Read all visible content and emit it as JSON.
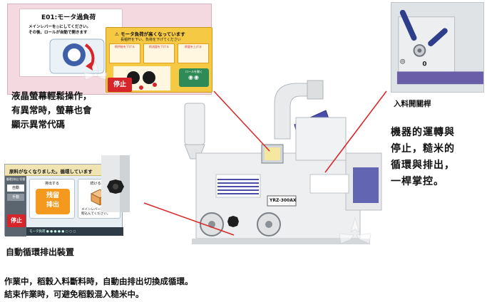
{
  "screen_top": {
    "error_title": "E01:モータ過負荷",
    "error_line1": "メインレバーを◎にしてください。",
    "error_line2": "その後、ロールが自動で開きます",
    "warning_title": "モータ負荷が高くなっています",
    "warning_sub": "長稲杆を下い、負荷を下げてください",
    "box1": "籾供給を下げる",
    "box2": "籾流量を下げる",
    "box3": "籾量を上げる",
    "roll_button": "ロールを開く",
    "stop_button": "停止"
  },
  "screen_bottom": {
    "header": "原料がなくなりました。循環しています",
    "side_label": "循環|排出 切替",
    "auto": "自動",
    "manual": "手動",
    "stop_button": "停止",
    "discharge_label": "排出する",
    "residual_button_line1": "残留",
    "residual_button_line2": "排出",
    "continue_label": "続ける場合",
    "continue_hint_line1": "メインレバーを◎にして、",
    "continue_hint_line2": "籾込んでください。",
    "footer": "モータ負荷"
  },
  "machine": {
    "model_label": "YRZ-300AX"
  },
  "captions": {
    "lcd_line1": "液晶螢幕輕鬆操作，",
    "lcd_line2": "有異常時，螢幕也會",
    "lcd_line3": "顯示異常代碼",
    "auto_cycle": "自動循環排出裝置",
    "feed_lever": "入料開關桿",
    "lever_line1": "機器的運轉與",
    "lever_line2": "停止，糙米的",
    "lever_line3": "循環與排出，",
    "lever_line4": "一桿掌控。",
    "bottom_line1": "作業中，稻穀入料斷料時，自動由排出切換成循環。",
    "bottom_line2": "結束作業時，可避免稻穀混入糙米中。"
  },
  "colors": {
    "pointer_red": "#d62b2b",
    "stop_red": "#d6262b",
    "warning_yellow": "#f6c945",
    "residual_orange": "#f39a1e",
    "machine_blue": "#4a4ea8"
  }
}
